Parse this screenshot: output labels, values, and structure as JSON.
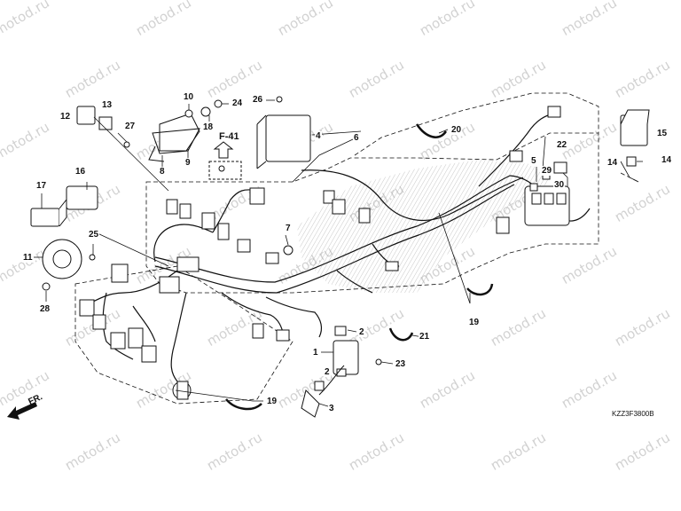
{
  "watermark": {
    "text": "motod.ru"
  },
  "reference_label": "F-41",
  "front_arrow_label": "FR.",
  "diagram_code": "KZZ3F3800B",
  "callouts": {
    "c1": "1",
    "c2": "2",
    "c3": "3",
    "c4": "4",
    "c5": "5",
    "c6": "6",
    "c7": "7",
    "c8": "8",
    "c9": "9",
    "c10": "10",
    "c11": "11",
    "c12": "12",
    "c13": "13",
    "c14": "14",
    "c15": "15",
    "c16": "16",
    "c17": "17",
    "c18": "18",
    "c19": "19",
    "c20": "20",
    "c21": "21",
    "c22": "22",
    "c23": "23",
    "c24": "24",
    "c25": "25",
    "c26": "26",
    "c27": "27",
    "c28": "28",
    "c29": "29",
    "c30": "30"
  },
  "colors": {
    "line": "#111111",
    "watermark": "#d2d2d2",
    "hatch": "#9a9a9a",
    "background": "#ffffff"
  }
}
